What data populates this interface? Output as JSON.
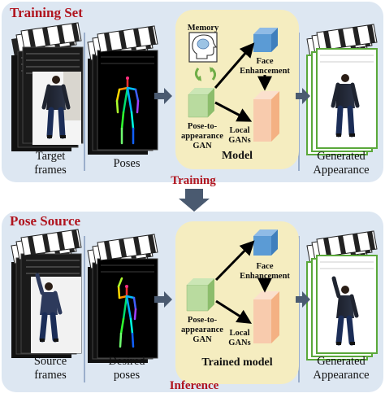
{
  "top": {
    "title": "Training Set",
    "captions": {
      "target": "Target\nframes",
      "poses": "Poses",
      "generated": "Generated\nAppearance"
    },
    "model": {
      "memory": "Memory",
      "face": "Face\nEnhancement",
      "pose_gan": "Pose-to-\nappearance\nGAN",
      "local": "Local\nGANs",
      "title": "Model"
    }
  },
  "stage1": "Training",
  "bottom": {
    "title": "Pose Source",
    "captions": {
      "source": "Source\nframes",
      "poses": "Desired\nposes",
      "generated": "Generated\nAppearance"
    },
    "model": {
      "face": "Face\nEnhancement",
      "pose_gan": "Pose-to-\nappearance\nGAN",
      "local": "Local\nGANs",
      "title": "Trained model"
    }
  },
  "stage2": "Inference",
  "colors": {
    "panel": "#dde7f2",
    "title_red": "#b0141e",
    "model_bg": "#f5edc0",
    "arrow": "#4a5a70",
    "cube_green": "#a9d18e",
    "cube_blue": "#5b9bd5",
    "cube_orange": "#f4b183",
    "memory_arrow": "#70ad47"
  },
  "icons": [
    "clapperboard-icon",
    "brain-head-icon",
    "person-figure-icon",
    "skeleton-pose-icon",
    "cube-icon"
  ]
}
